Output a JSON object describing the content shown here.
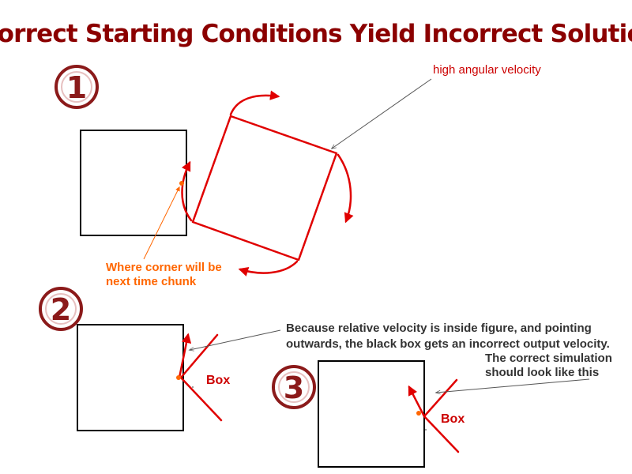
{
  "title": "Incorrect Starting Conditions Yield Incorrect Solutions",
  "steps": [
    "1",
    "2",
    "3"
  ],
  "labels": {
    "angular": "high angular velocity",
    "corner_line1": "Where corner will be",
    "corner_line2": "next time chunk",
    "because_line1": "Because relative velocity is inside figure, and pointing",
    "because_line2": "outwards, the black box gets an incorrect output velocity.",
    "correct_line1": "The correct simulation",
    "correct_line2": "should look like this",
    "box2": "Box",
    "box3": "Box"
  },
  "colors": {
    "title": "#8b0000",
    "shape": "#e00000",
    "note": "#cc0000",
    "corner_note": "#ff6600",
    "black_box": "#000000",
    "badge": "#8b1a1a"
  }
}
